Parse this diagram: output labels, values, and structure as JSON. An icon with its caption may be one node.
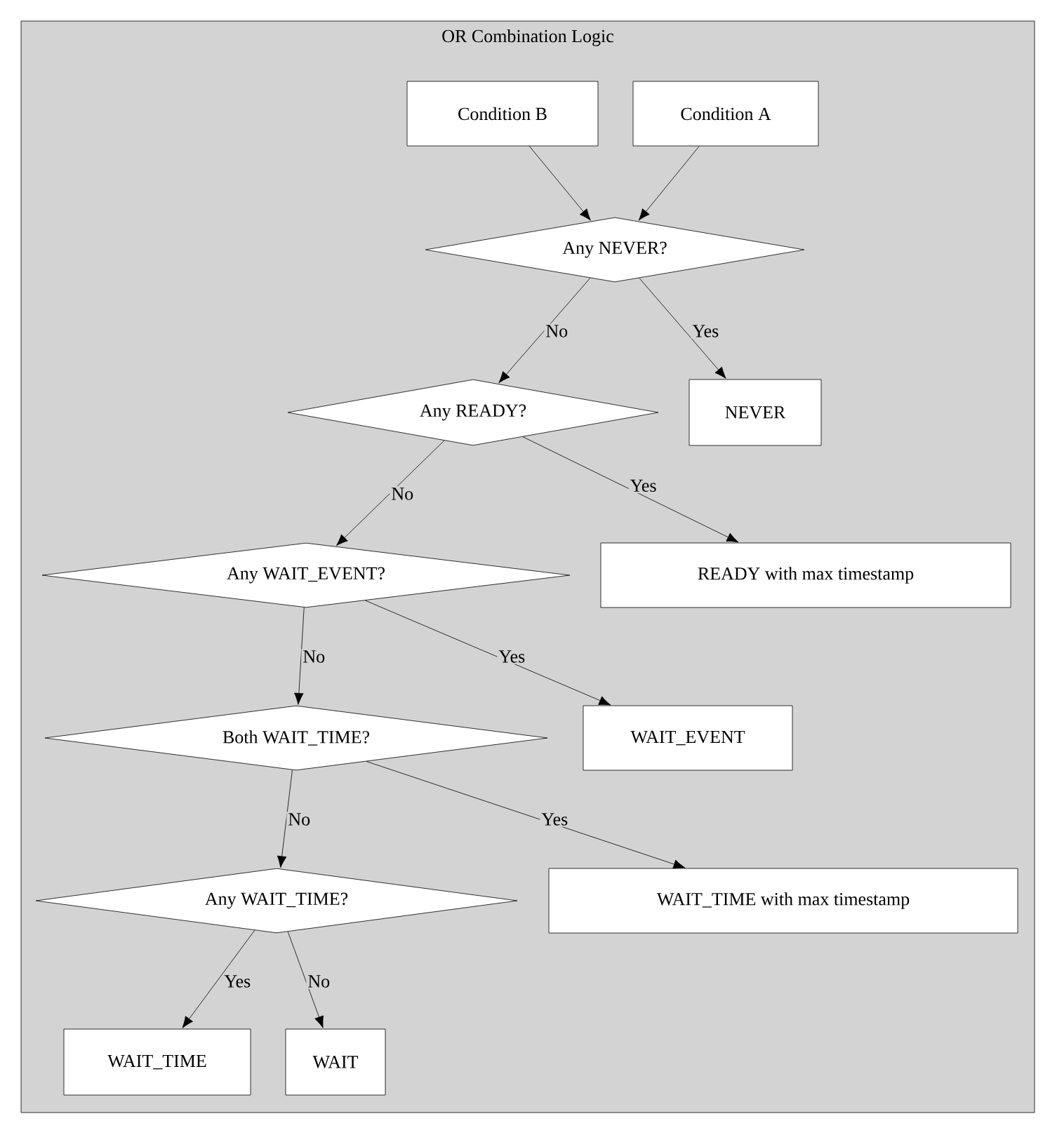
{
  "diagram": {
    "nodes": [
      {
        "text": [
          "OR Combination Logic"
        ]
      },
      {
        "text": [
          "Condition B"
        ],
        "in": 0
      },
      {
        "text": [
          "Condition A"
        ],
        "in": 0
      },
      {
        "text": [
          "Any NEVER?"
        ],
        "in": 0
      },
      {
        "text": [
          "Any READY?"
        ],
        "in": 0
      },
      {
        "text": [
          "NEVER"
        ],
        "in": 0
      },
      {
        "text": [
          "Any WAIT_EVENT?"
        ],
        "in": 0
      },
      {
        "text": [
          "READY with max timestamp"
        ],
        "in": 0
      },
      {
        "text": [
          "Both WAIT_TIME?"
        ],
        "in": 0
      },
      {
        "text": [
          "WAIT_EVENT"
        ],
        "in": 0
      },
      {
        "text": [
          "Any WAIT_TIME?"
        ],
        "in": 0
      },
      {
        "text": [
          "WAIT_TIME with max timestamp"
        ],
        "in": 0
      },
      {
        "text": [
          "WAIT_TIME"
        ],
        "in": 0
      },
      {
        "text": [
          "WAIT"
        ],
        "in": 0
      }
    ],
    "edges": [
      {
        "from": 1,
        "to": 3,
        "arrow": "to"
      },
      {
        "from": 2,
        "to": 3,
        "arrow": "to"
      },
      {
        "from": 3,
        "to": 4,
        "arrow": "to",
        "label": "No"
      },
      {
        "from": 3,
        "to": 5,
        "arrow": "to",
        "label": "Yes"
      },
      {
        "from": 4,
        "to": 6,
        "arrow": "to",
        "label": "No"
      },
      {
        "from": 4,
        "to": 7,
        "arrow": "to",
        "label": "Yes"
      },
      {
        "from": 6,
        "to": 8,
        "arrow": "to",
        "label": "No"
      },
      {
        "from": 6,
        "to": 9,
        "arrow": "to",
        "label": "Yes"
      },
      {
        "from": 8,
        "to": 10,
        "arrow": "to",
        "label": "No"
      },
      {
        "from": 8,
        "to": 11,
        "arrow": "to",
        "label": "Yes"
      },
      {
        "from": 10,
        "to": 12,
        "arrow": "to",
        "label": "Yes"
      },
      {
        "from": 10,
        "to": 13,
        "arrow": "to",
        "label": "No"
      }
    ]
  }
}
